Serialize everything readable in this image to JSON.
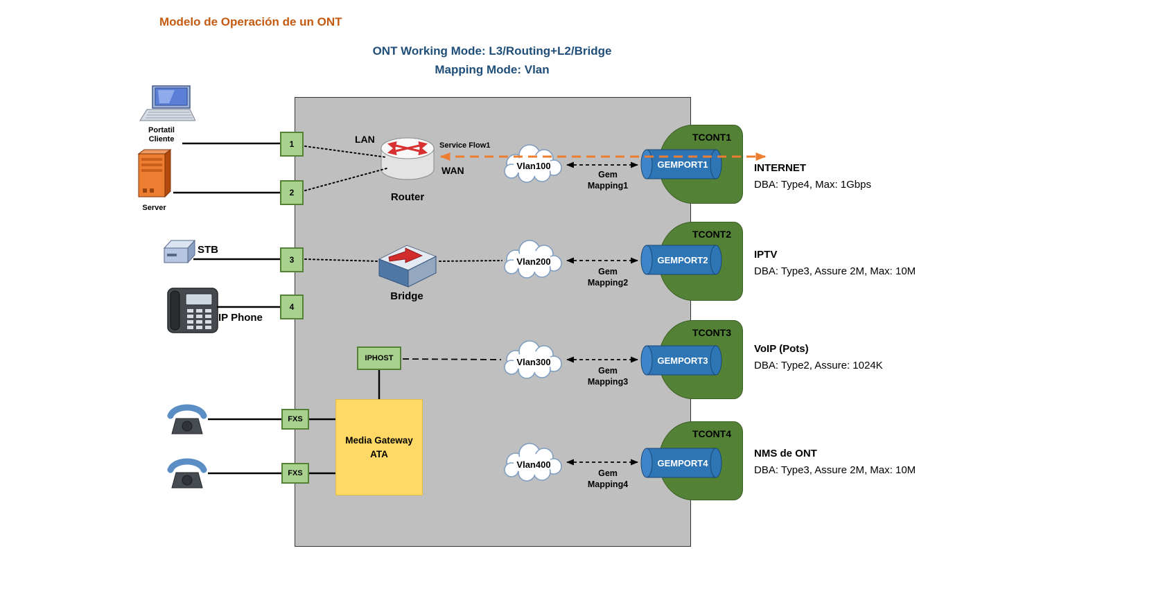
{
  "title": "Modelo de Operación de un ONT",
  "subtitle": {
    "line1": "ONT Working Mode: L3/Routing+L2/Bridge",
    "line2": "Mapping Mode: Vlan"
  },
  "devices": {
    "laptop": {
      "line1": "Portatil",
      "line2": "Cliente"
    },
    "server": "Server",
    "stb": "STB",
    "ip_phone": "IP Phone"
  },
  "ports": {
    "port1": "1",
    "port2": "2",
    "port3": "3",
    "port4": "4",
    "fxs1": "FXS",
    "fxs2": "FXS"
  },
  "ont": {
    "lan": "LAN",
    "wan": "WAN",
    "router": "Router",
    "service_flow": "Service Flow1",
    "bridge": "Bridge",
    "iphost": "IPHOST",
    "media_gateway": {
      "line1": "Media Gateway",
      "line2": "ATA"
    }
  },
  "vlans": [
    "Vlan100",
    "Vlan200",
    "Vlan300",
    "Vlan400"
  ],
  "gem_mappings": [
    {
      "line1": "Gem",
      "line2": "Mapping1"
    },
    {
      "line1": "Gem",
      "line2": "Mapping2"
    },
    {
      "line1": "Gem",
      "line2": "Mapping3"
    },
    {
      "line1": "Gem",
      "line2": "Mapping4"
    }
  ],
  "tconts": [
    {
      "label": "TCONT1",
      "gemport": "GEMPORT1"
    },
    {
      "label": "TCONT2",
      "gemport": "GEMPORT2"
    },
    {
      "label": "TCONT3",
      "gemport": "GEMPORT3"
    },
    {
      "label": "TCONT4",
      "gemport": "GEMPORT4"
    }
  ],
  "services": [
    {
      "name": "INTERNET",
      "dba": "DBA: Type4, Max: 1Gbps"
    },
    {
      "name": "IPTV",
      "dba": "DBA: Type3, Assure 2M, Max: 10M"
    },
    {
      "name": "VoIP (Pots)",
      "dba": "DBA: Type2, Assure: 1024K"
    },
    {
      "name": "NMS de ONT",
      "dba": "DBA: Type3, Assure 2M, Max: 10M"
    }
  ],
  "colors": {
    "title_orange": "#C55A11",
    "subtitle_blue": "#1F4E79",
    "ont_gray": "#BFBFBF",
    "port_green": "#A9D18E",
    "port_border_green": "#538135",
    "tcont_green": "#538135",
    "gemport_blue": "#2E75B6",
    "gateway_yellow": "#FFD966",
    "flow_orange": "#ED7D31"
  }
}
